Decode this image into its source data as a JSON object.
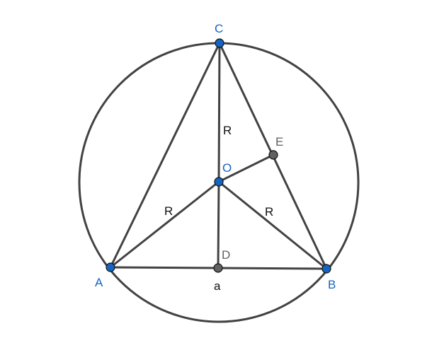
{
  "diagram": {
    "title": "Circumcircle of triangle ABC",
    "colors": {
      "line": "#424242",
      "free_point": "#1565c0",
      "derived_point": "#616161",
      "label_blue": "#1565c0",
      "label_gray": "#616161"
    },
    "points": {
      "A": {
        "label": "A",
        "kind": "free"
      },
      "B": {
        "label": "B",
        "kind": "free"
      },
      "C": {
        "label": "C",
        "kind": "free"
      },
      "O": {
        "label": "O",
        "kind": "free"
      },
      "D": {
        "label": "D",
        "kind": "derived"
      },
      "E": {
        "label": "E",
        "kind": "derived"
      }
    },
    "segment_labels": {
      "OC": "R",
      "OA": "R",
      "OB": "R",
      "AB": "a"
    }
  }
}
